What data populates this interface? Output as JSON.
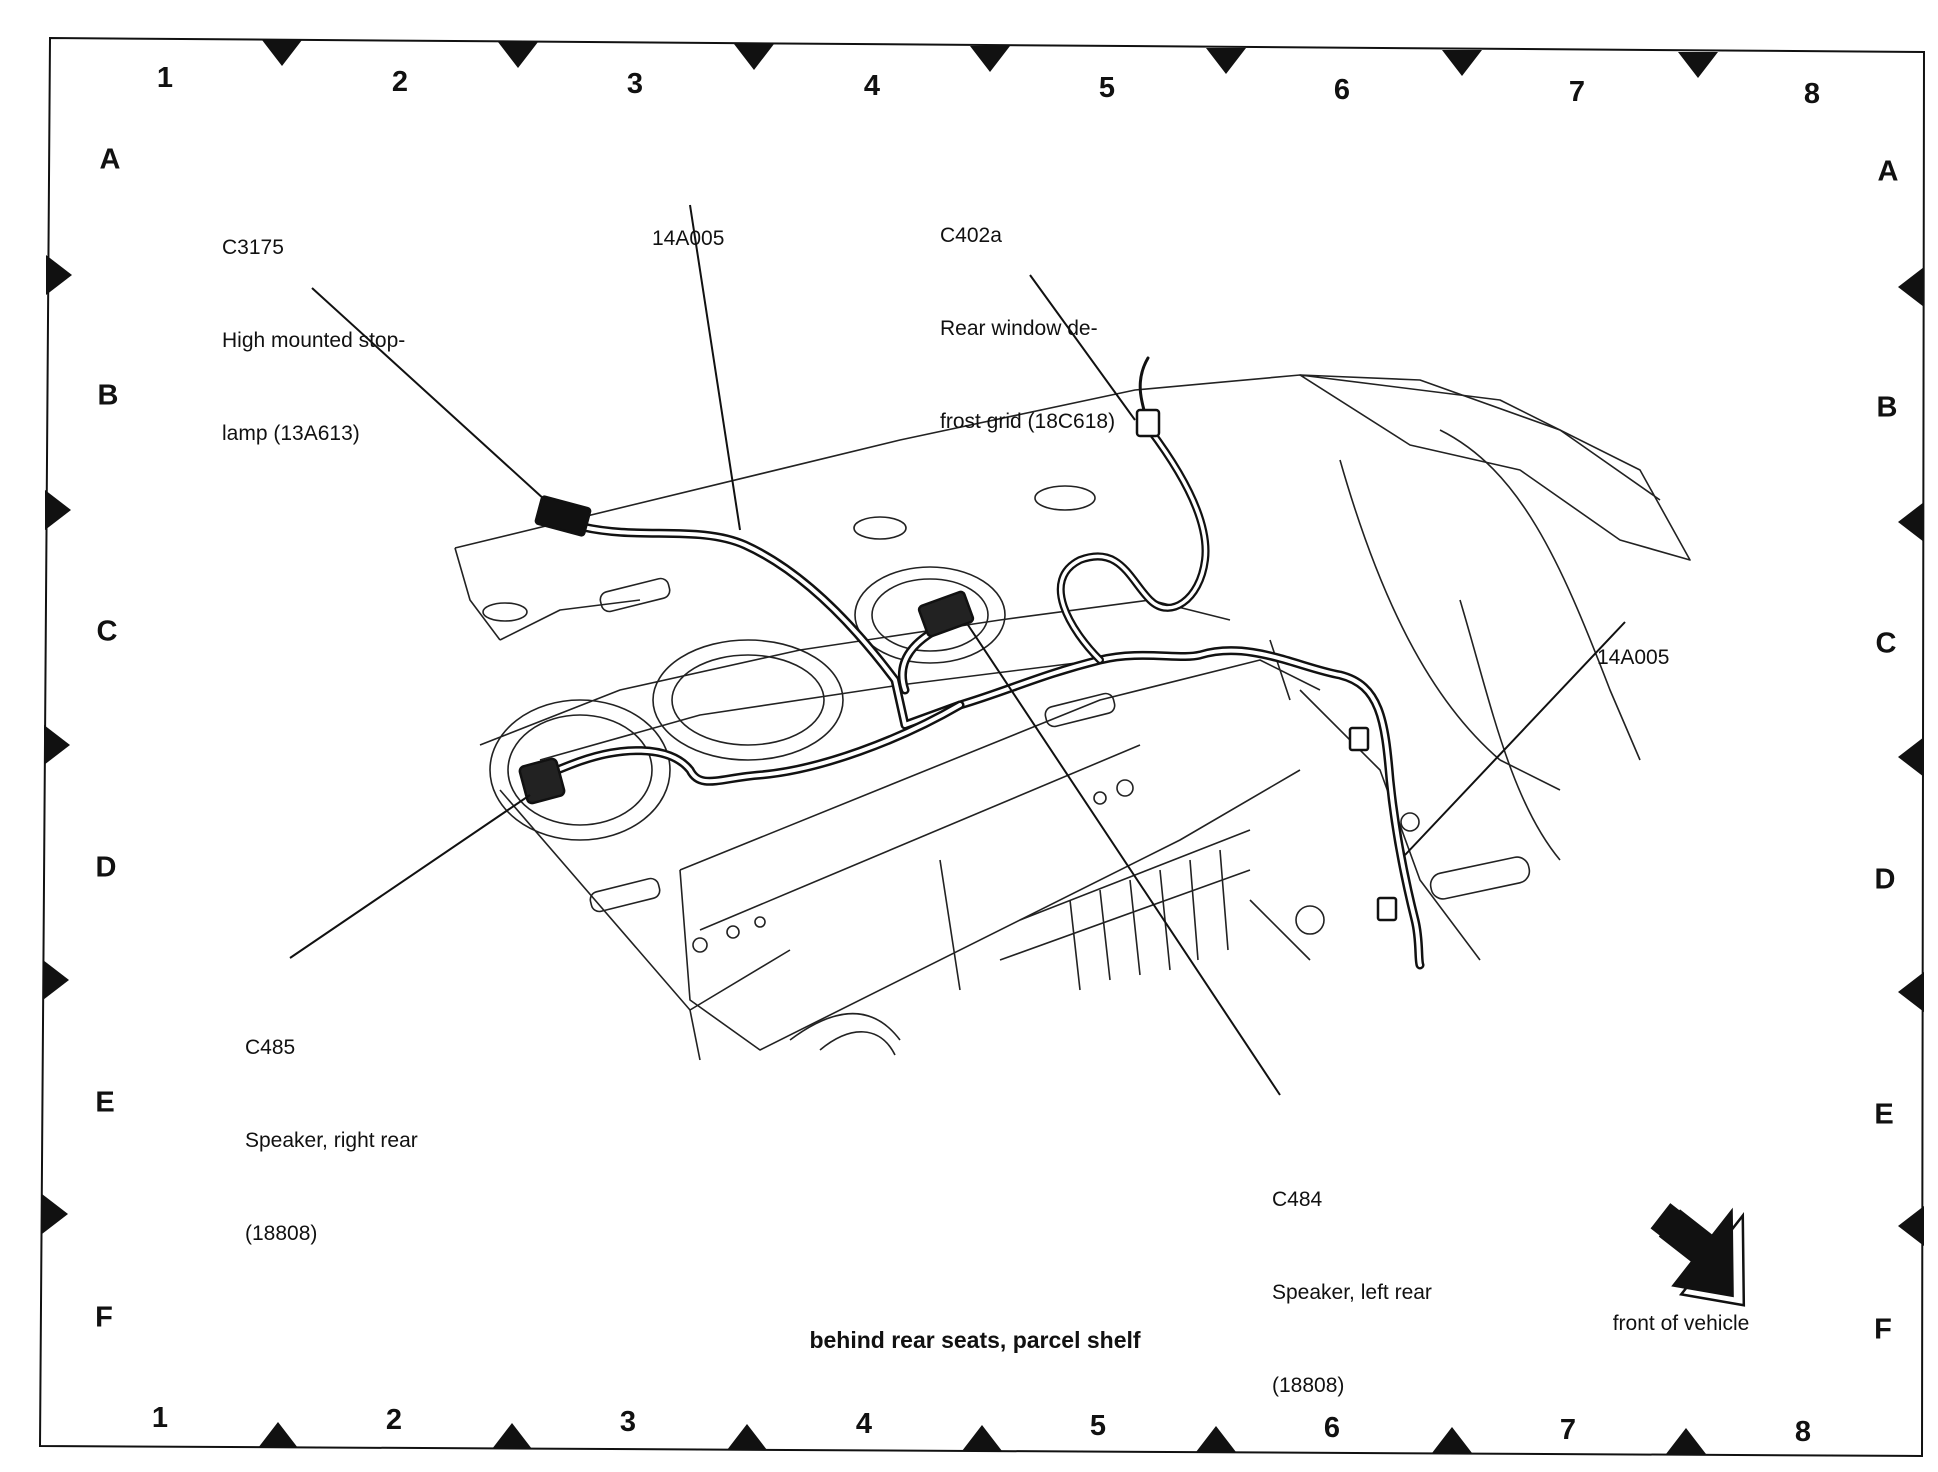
{
  "grid": {
    "columns": [
      "1",
      "2",
      "3",
      "4",
      "5",
      "6",
      "7",
      "8"
    ],
    "rows": [
      "A",
      "B",
      "C",
      "D",
      "E",
      "F"
    ]
  },
  "callouts": {
    "c3175": {
      "id": "C3175",
      "line1": "High mounted stop-",
      "line2": "lamp (13A613)"
    },
    "harness_top": {
      "id": "14A005"
    },
    "c402a": {
      "id": "C402a",
      "line1": "Rear window de-",
      "line2": "frost grid (18C618)"
    },
    "harness_right": {
      "id": "14A005"
    },
    "c485": {
      "id": "C485",
      "line1": "Speaker, right rear",
      "line2": "(18808)"
    },
    "c484": {
      "id": "C484",
      "line1": "Speaker, left rear",
      "line2": "(18808)"
    }
  },
  "caption": "behind rear seats, parcel shelf",
  "orientation": {
    "label": "front of vehicle",
    "icon": "front-direction-arrow-icon"
  },
  "colors": {
    "line": "#111111",
    "background": "#ffffff"
  }
}
